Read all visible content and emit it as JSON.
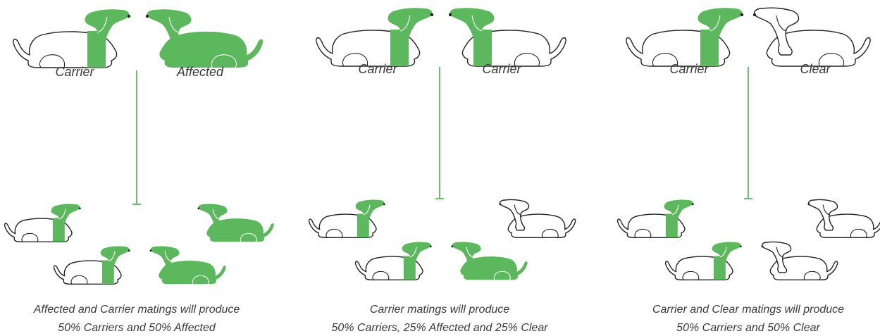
{
  "colors": {
    "green": "#5cb85c",
    "line": "#6cc06c",
    "outline": "#222222",
    "text": "#3a3a3a"
  },
  "panels": [
    {
      "left_parent": {
        "label": "Carrier",
        "status": "carrier"
      },
      "right_parent": {
        "label": "Affected",
        "status": "affected"
      },
      "offspring": [
        "carrier",
        "affected",
        "carrier",
        "affected"
      ],
      "caption_line1": "Affected and Carrier matings will produce",
      "caption_line2": "50% Carriers and 50% Affected"
    },
    {
      "left_parent": {
        "label": "Carrier",
        "status": "carrier"
      },
      "right_parent": {
        "label": "Carrier",
        "status": "carrier"
      },
      "offspring": [
        "carrier",
        "clear",
        "carrier",
        "affected"
      ],
      "caption_line1": "Carrier matings will produce",
      "caption_line2": "50% Carriers, 25% Affected and 25% Clear"
    },
    {
      "left_parent": {
        "label": "Carrier",
        "status": "carrier"
      },
      "right_parent": {
        "label": "Clear",
        "status": "clear"
      },
      "offspring": [
        "carrier",
        "clear",
        "carrier",
        "clear"
      ],
      "caption_line1": "Carrier and Clear matings will produce",
      "caption_line2": "50% Carriers and 50% Clear"
    }
  ]
}
